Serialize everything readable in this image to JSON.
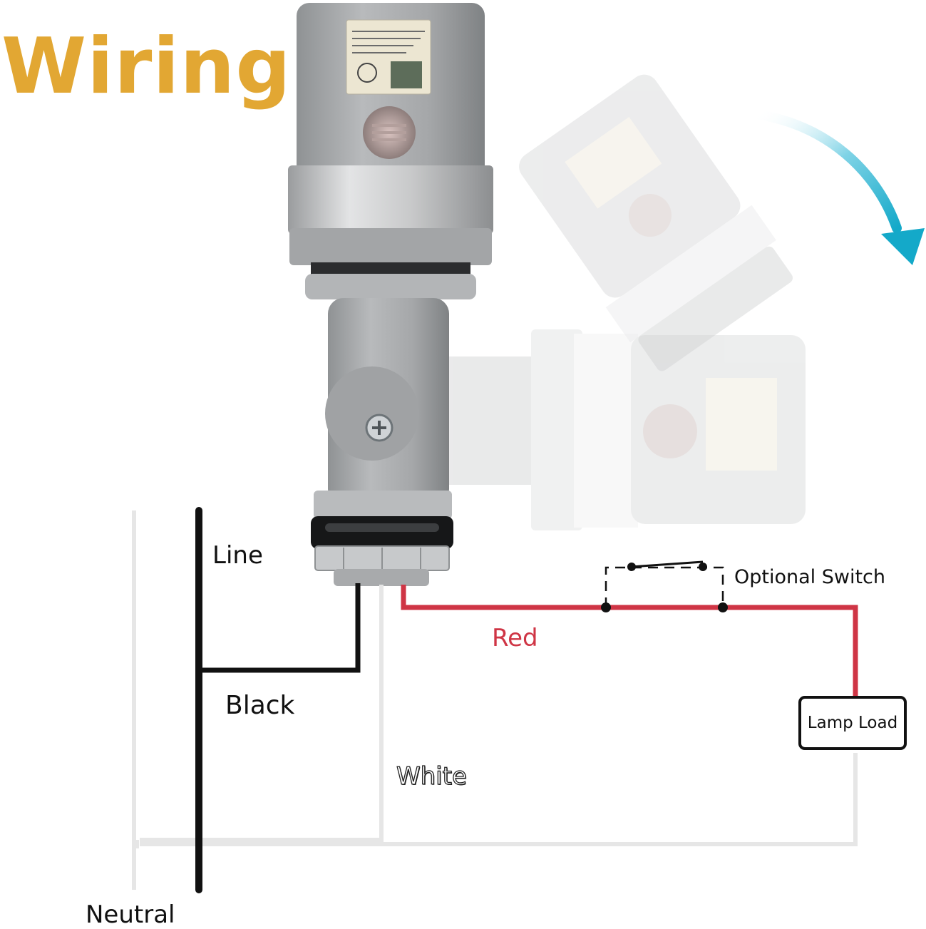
{
  "title": "Wiring",
  "labels": {
    "line": "Line",
    "black": "Black",
    "neutral": "Neutral",
    "red": "Red",
    "white": "White",
    "optional_switch": "Optional Switch",
    "lamp_load": "Lamp Load"
  },
  "colors": {
    "title": "#e2a733",
    "red_wire": "#cf3545",
    "black_wire": "#111111",
    "white_wire": "#e6e6e6",
    "arrow": "#1ab0cf",
    "sensor_body": "#a9abad"
  },
  "icons": {
    "rotation_arrow": "curved-arrow-icon",
    "photo_sensor": "photocell-icon",
    "certification": "ul-mark-icon"
  }
}
